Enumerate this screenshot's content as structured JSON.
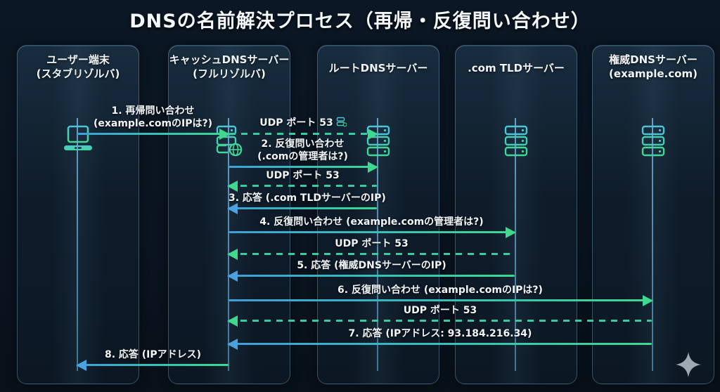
{
  "title": "DNSの名前解決プロセス（再帰・反復問い合わせ）",
  "actors": [
    {
      "name": "ユーザー端末",
      "sub": "(スタブリゾルバ)",
      "icon": "laptop-icon"
    },
    {
      "name": "キャッシュDNSサーバー",
      "sub": "(フルリゾルバ)",
      "icon": "server-globe-icon"
    },
    {
      "name": "ルートDNSサーバー",
      "sub": "",
      "icon": "server-stack-icon"
    },
    {
      "name": ".com TLDサーバー",
      "sub": "",
      "icon": "server-stack-icon"
    },
    {
      "name": "権威DNSサーバー",
      "sub": "(example.com)",
      "icon": "server-stack-icon"
    }
  ],
  "messages": [
    {
      "label": "1. 再帰問い合わせ",
      "label2": "(example.comのIPは?)",
      "from": "user",
      "to": "cache",
      "style": "solid",
      "direction": "right"
    },
    {
      "label": "UDP ポート 53",
      "icon": "mini-server-icon",
      "from": "cache",
      "to": "root",
      "style": "dashed",
      "direction": "right"
    },
    {
      "label": "2. 反復問い合わせ",
      "label2": "(.comの管理者は?)",
      "from": "cache",
      "to": "root",
      "style": "solid",
      "direction": "right"
    },
    {
      "label": "UDP ポート 53",
      "from": "root",
      "to": "cache",
      "style": "dashed",
      "direction": "left"
    },
    {
      "label": "3. 応答 (.com TLDサーバーのIP)",
      "from": "root",
      "to": "cache",
      "style": "solid",
      "direction": "left"
    },
    {
      "label": "4. 反復問い合わせ (example.comの管理者は?)",
      "from": "cache",
      "to": "tld",
      "style": "solid",
      "direction": "right"
    },
    {
      "label": "UDP ポート 53",
      "from": "tld",
      "to": "cache",
      "style": "dashed",
      "direction": "left"
    },
    {
      "label": "5. 応答 (権威DNSサーバーのIP)",
      "from": "tld",
      "to": "cache",
      "style": "solid",
      "direction": "left"
    },
    {
      "label": "6. 反復問い合わせ (example.comのIPは?)",
      "from": "cache",
      "to": "auth",
      "style": "solid",
      "direction": "right"
    },
    {
      "label": "UDP ポート 53",
      "from": "auth",
      "to": "cache",
      "style": "dashed",
      "direction": "left"
    },
    {
      "label": "7. 応答 (IPアドレス: 93.184.216.34)",
      "from": "auth",
      "to": "cache",
      "style": "solid",
      "direction": "left"
    },
    {
      "label": "8. 応答 (IPアドレス)",
      "from": "cache",
      "to": "user",
      "style": "solid",
      "direction": "left"
    }
  ],
  "watermark_icon": "sparkle-icon",
  "colors": {
    "background": "#0a1420",
    "panel_border": "#6f9db8",
    "query_arrow_green": "#3ed88f",
    "response_arrow_blue": "#4aa3e0",
    "udp_dashed_teal": "#39cba0",
    "lifeline_blue": "#5aa7cf",
    "icon_teal": "#4ac4d4",
    "icon_green": "#3ed88f"
  }
}
